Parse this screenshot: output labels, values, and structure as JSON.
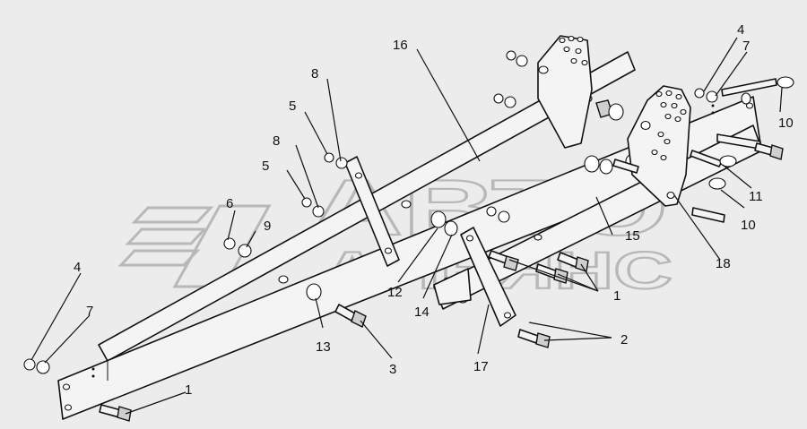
{
  "watermark": {
    "line1": "АВТО",
    "line2": "АЛЬЯНС"
  },
  "callouts": {
    "c1a": "1",
    "c1b": "1",
    "c2": "2",
    "c3": "3",
    "c4a": "4",
    "c4b": "4",
    "c5a": "5",
    "c5b": "5",
    "c6": "6",
    "c7a": "7",
    "c7b": "7",
    "c8a": "8",
    "c8b": "8",
    "c9": "9",
    "c10a": "10",
    "c10b": "10",
    "c11": "11",
    "c12": "12",
    "c13": "13",
    "c14": "14",
    "c15": "15",
    "c16": "16",
    "c17": "17",
    "c18": "18"
  }
}
